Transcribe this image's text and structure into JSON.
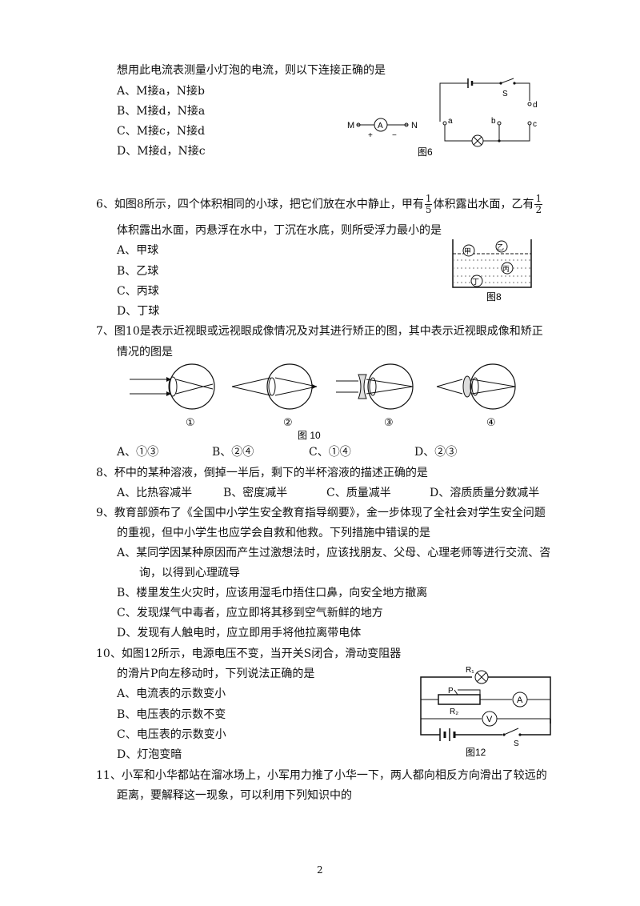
{
  "q5": {
    "stem": "想用此电流表测量小灯泡的电流，则以下连接正确的是",
    "options": [
      "A、M接a，N接b",
      "B、M接d，N接a",
      "C、M接c，N接d",
      "D、M接d，N接c"
    ],
    "figure": {
      "ammeter_label": "M",
      "ammeter_right": "N",
      "ammeter_plus": "+",
      "ammeter_minus": "−",
      "ammeter_symbol": "A",
      "switch_label": "S",
      "terminals": [
        "a",
        "b",
        "c",
        "d"
      ],
      "caption": "图6"
    }
  },
  "q6": {
    "stem_part1": "6、如图8所示，四个体积相同的小球，把它们放在水中静止，甲有",
    "frac1_num": "1",
    "frac1_den": "5",
    "stem_part2": "体积露出水面，乙有",
    "frac2_num": "1",
    "frac2_den": "2",
    "stem_line2": "体积露出水面，丙悬浮在水中，丁沉在水底，则所受浮力最小的是",
    "options": [
      "A、甲球",
      "B、乙球",
      "C、丙球",
      "D、丁球"
    ],
    "figure": {
      "balls": [
        "甲",
        "乙",
        "丙",
        "丁"
      ],
      "caption": "图8"
    }
  },
  "q7": {
    "stem_line1": "7、图10是表示近视眼或远视眼成像情况及对其进行矫正的图，其中表示近视眼成像和矫正",
    "stem_line2": "情况的图是",
    "figure": {
      "labels": [
        "①",
        "②",
        "③",
        "④"
      ],
      "caption": "图 10"
    },
    "options": [
      "A、①③",
      "B、②④",
      "C、①④",
      "D、②③"
    ]
  },
  "q8": {
    "stem": "8、杯中的某种溶液，倒掉一半后，剩下的半杯溶液的描述正确的是",
    "options": [
      "A、比热容减半",
      "B、密度减半",
      "C、质量减半",
      "D、溶质质量分数减半"
    ]
  },
  "q9": {
    "stem_line1": "9、教育部颁布了《全国中小学生安全教育指导纲要》，金一步体现了全社会对学生安全问题",
    "stem_line2": "的重视，但中小学生也应学会自救和他救。下列措施中错误的是",
    "option_a_line1": "A、某同学因某种原因而产生过激想法时，应该找朋友、父母、心理老师等进行交流、咨",
    "option_a_line2": "询，以得到心理疏导",
    "option_b": "B、楼里发生火灾时，应该用湿毛巾捂住口鼻，向安全地方撤离",
    "option_c": "C、发现煤气中毒者，应立即将其移到空气新鲜的地方",
    "option_d": "D、发现有人触电时，应立即用手将他拉离带电体"
  },
  "q10": {
    "stem_line1": "10、如图12所示，电源电压不变，当开关S闭合，滑动变阻器",
    "stem_line2": "的滑片P向左移动时，下列说法正确的是",
    "options": [
      "A、电流表的示数变小",
      "B、电压表的示数不变",
      "C、电压表的示数变小",
      "D、灯泡变暗"
    ],
    "figure": {
      "r1": "R₁",
      "r2": "R₂",
      "p": "P",
      "ammeter": "A",
      "voltmeter": "V",
      "switch": "S",
      "caption": "图12"
    }
  },
  "q11": {
    "stem_line1": "11、小军和小华都站在溜冰场上，小军用力推了小华一下，两人都向相反方向滑出了较远的",
    "stem_line2": "距离，要解释这一现象，可以利用下列知识中的"
  },
  "page_number": "2"
}
